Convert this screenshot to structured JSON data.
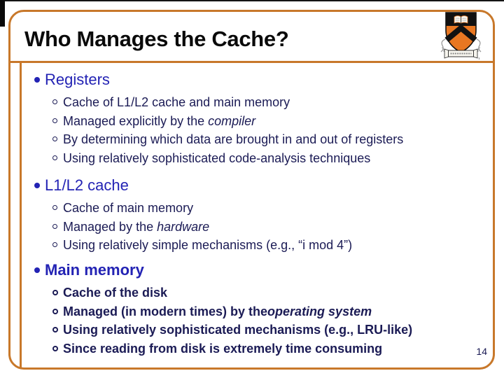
{
  "colors": {
    "border_orange": "#C8782A",
    "heading_blue": "#2323B4",
    "body_navy": "#1B1B55",
    "title_black": "#0A0A0A",
    "shield_orange": "#E87722"
  },
  "slide": {
    "title": "Who Manages the Cache?",
    "page_number": "14"
  },
  "logo": {
    "icon": "princeton-shield"
  },
  "sections": [
    {
      "heading": "Registers",
      "bold": false,
      "items": [
        {
          "segments": [
            {
              "text": "Cache of L1/L2 cache and main memory"
            }
          ]
        },
        {
          "segments": [
            {
              "text": "Managed explicitly by the "
            },
            {
              "text": "compiler",
              "italic": true
            }
          ]
        },
        {
          "segments": [
            {
              "text": "By determining which data are brought in and out of registers"
            }
          ]
        },
        {
          "segments": [
            {
              "text": "Using relatively sophisticated code-analysis techniques"
            }
          ]
        }
      ]
    },
    {
      "heading": "L1/L2 cache",
      "bold": false,
      "items": [
        {
          "segments": [
            {
              "text": "Cache of main memory"
            }
          ]
        },
        {
          "segments": [
            {
              "text": "Managed by the "
            },
            {
              "text": "hardware",
              "italic": true
            }
          ]
        },
        {
          "segments": [
            {
              "text": "Using relatively simple mechanisms (e.g., “i mod 4”)"
            }
          ]
        }
      ]
    },
    {
      "heading": "Main memory",
      "bold": true,
      "items": [
        {
          "segments": [
            {
              "text": "Cache of the disk"
            }
          ]
        },
        {
          "segments": [
            {
              "text": "Managed (in modern times) by the"
            },
            {
              "text": "operating system",
              "italic": true
            }
          ]
        },
        {
          "segments": [
            {
              "text": "Using relatively sophisticated mechanisms (e.g., LRU-like)"
            }
          ]
        },
        {
          "segments": [
            {
              "text": "Since reading from disk is extremely time consuming"
            }
          ]
        }
      ]
    }
  ]
}
